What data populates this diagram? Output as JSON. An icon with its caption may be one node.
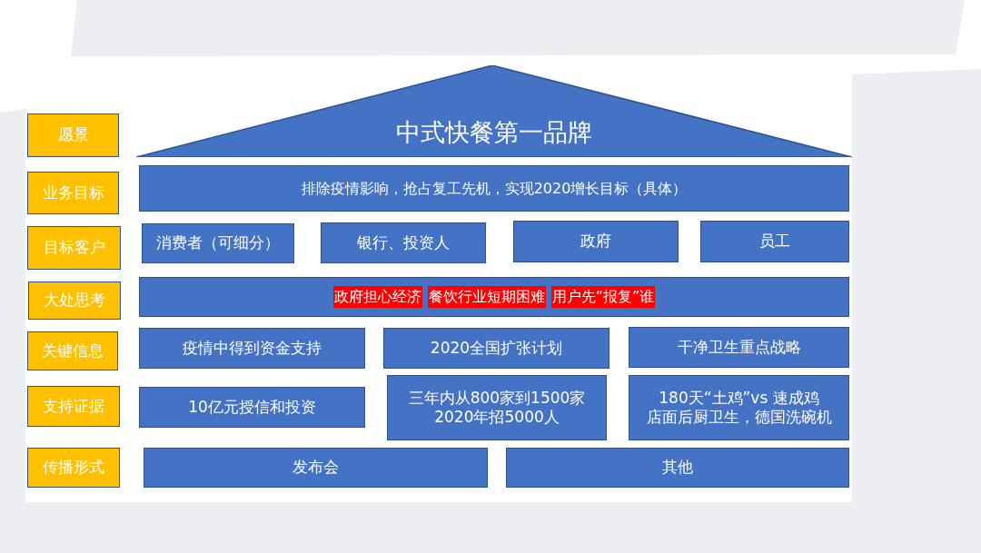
{
  "diagram": {
    "nodes": [
      {
        "text": [
          "愿景"
        ]
      },
      {
        "text": [
          "中式快餐第一品牌"
        ]
      },
      {
        "text": [
          "业务目标"
        ]
      },
      {
        "text": [
          "排除疫情影响，抢占复工先机，实现2020增长目标（具体）"
        ]
      },
      {
        "text": [
          "目标客户"
        ]
      },
      {
        "text": [
          "消费者（可细分）"
        ]
      },
      {
        "text": [
          "银行、投资人"
        ]
      },
      {
        "text": [
          "政府"
        ]
      },
      {
        "text": [
          "员工"
        ]
      },
      {
        "text": [
          "大处思考"
        ]
      },
      {
        "text": [
          "政府担心经济",
          "餐饮行业短期困难",
          "用户先“报复”谁"
        ]
      },
      {
        "text": [
          "关键信息"
        ]
      },
      {
        "text": [
          "疫情中得到资金支持"
        ]
      },
      {
        "text": [
          "2020全国扩张计划"
        ]
      },
      {
        "text": [
          "干净卫生重点战略"
        ]
      },
      {
        "text": [
          "支持证据"
        ]
      },
      {
        "text": [
          "10亿元授信和投资"
        ]
      },
      {
        "text": [
          "三年内从800家到1500家",
          "2020年招5000人"
        ]
      },
      {
        "text": [
          "180天“土鸡”vs 速成鸡",
          "店面后厨卫生，德国洗碗机"
        ]
      },
      {
        "text": [
          "传播形式"
        ]
      },
      {
        "text": [
          "发布会"
        ]
      },
      {
        "text": [
          "其他"
        ]
      }
    ]
  }
}
